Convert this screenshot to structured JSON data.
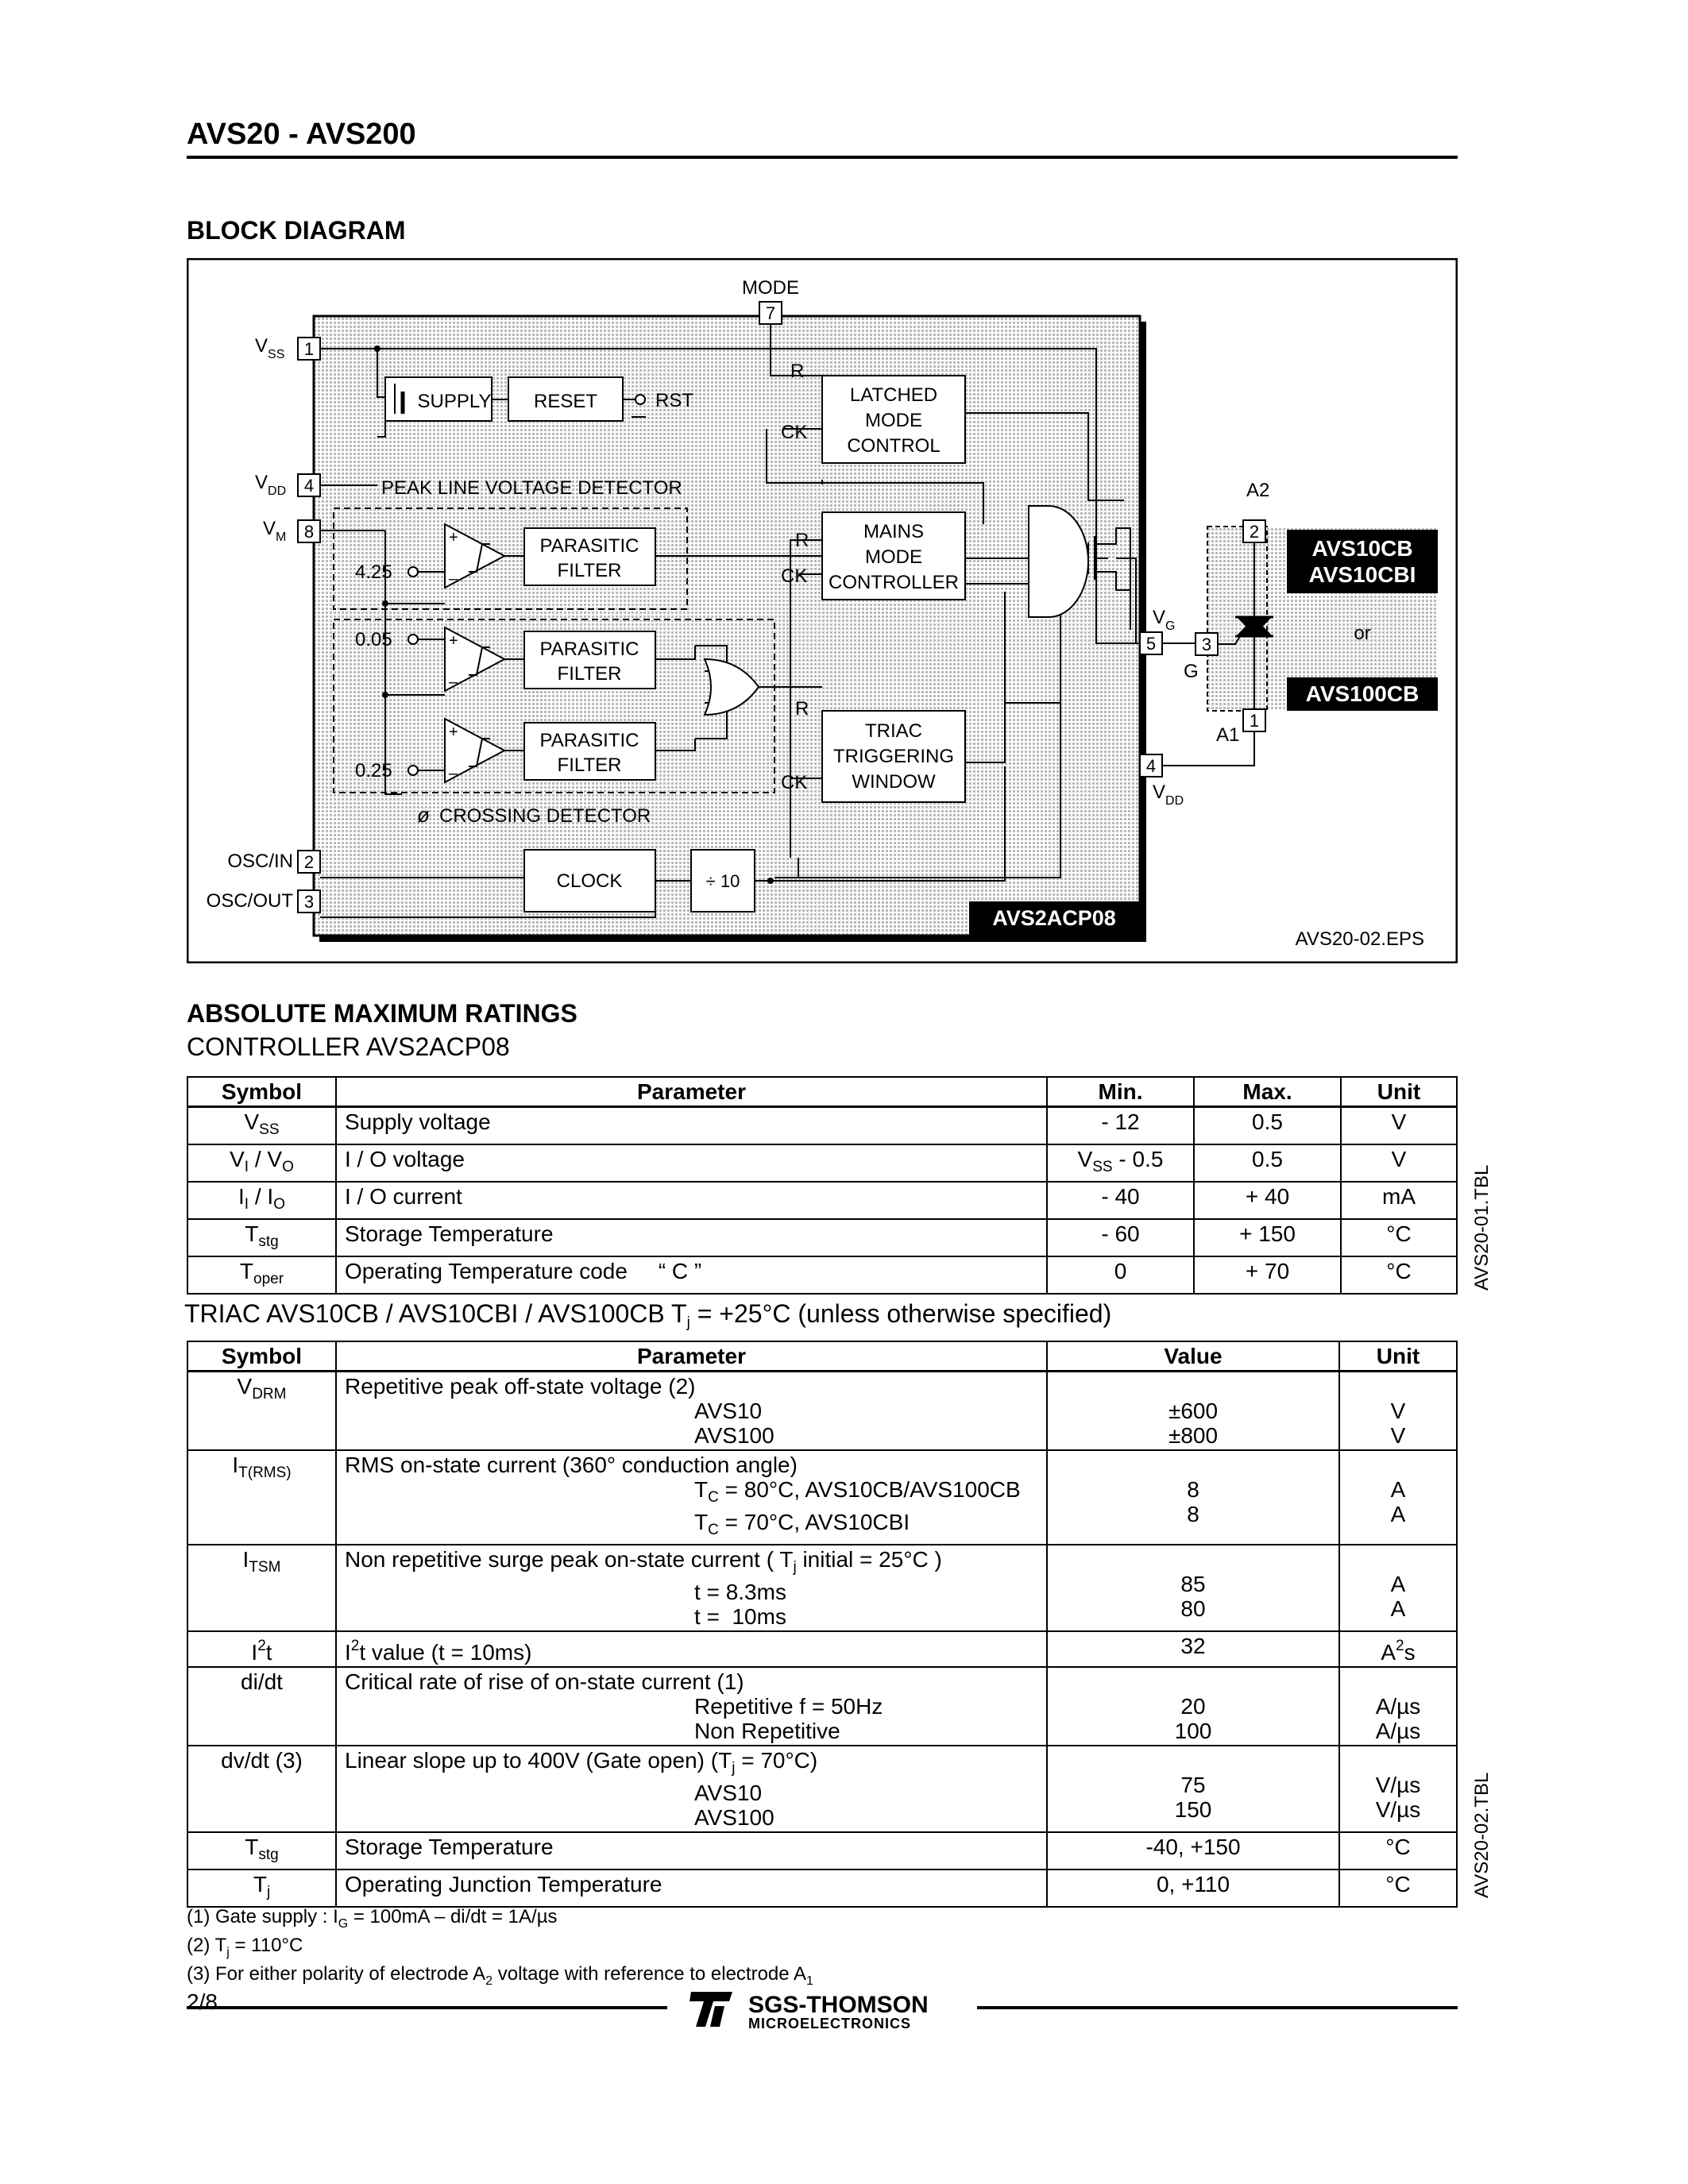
{
  "header": {
    "title": "AVS20 - AVS200"
  },
  "block_diagram": {
    "heading": "BLOCK DIAGRAM",
    "pins_left": [
      {
        "num": "1",
        "label": "V",
        "sub": "SS"
      },
      {
        "num": "4",
        "label": "V",
        "sub": "DD"
      },
      {
        "num": "8",
        "label": "V",
        "sub": "M"
      },
      {
        "num": "2",
        "label": "OSC/IN",
        "sub": ""
      },
      {
        "num": "3",
        "label": "OSC/OUT",
        "sub": ""
      }
    ],
    "mode_label": "MODE",
    "mode_pin": "7",
    "blocks": {
      "supply": "SUPPLY",
      "reset": "RESET",
      "rst": "RST",
      "latched": [
        "LATCHED",
        "MODE",
        "CONTROL"
      ],
      "mains": [
        "MAINS",
        "MODE",
        "CONTROLLER"
      ],
      "triac_window": [
        "TRIAC",
        "TRIGGERING",
        "WINDOW"
      ],
      "filter": [
        "PARASITIC",
        "FILTER"
      ],
      "clock": "CLOCK",
      "divider": "÷ 10",
      "chip": "AVS2ACP08"
    },
    "peak_detector": "PEAK LINE VOLTAGE DETECTOR",
    "crossing_detector": "CROSSING DETECTOR",
    "thresholds": [
      "4.25",
      "0.05",
      "0.25"
    ],
    "port_labels": {
      "r": "R",
      "ck": "CK"
    },
    "right_pins": [
      {
        "num": "5",
        "label": "V",
        "sub": "G"
      },
      {
        "num": "4",
        "label": "V",
        "sub": "DD"
      }
    ],
    "triac_pins": [
      {
        "num": "2",
        "label": "A2"
      },
      {
        "num": "3",
        "label": "G"
      },
      {
        "num": "1",
        "label": "A1"
      }
    ],
    "triac_parts": [
      "AVS10CB",
      "AVS10CBI",
      "or",
      "AVS100CB"
    ],
    "eps_tag": "AVS20-02.EPS"
  },
  "ratings": {
    "heading": "ABSOLUTE MAXIMUM RATINGS",
    "controller_heading": "CONTROLLER AVS2ACP08",
    "controller_table": {
      "headers": [
        "Symbol",
        "Parameter",
        "Min.",
        "Max.",
        "Unit"
      ],
      "rows": [
        {
          "sym": "V",
          "sub": "SS",
          "sym2": "",
          "sub2": "",
          "param": "Supply voltage",
          "min": "- 12",
          "max": "0.5",
          "unit": "V"
        },
        {
          "sym": "V",
          "sub": "I",
          "sym2": " / V",
          "sub2": "O",
          "param": "I / O voltage",
          "min": "V",
          "min_sub": "SS",
          "min_tail": " - 0.5",
          "max": "0.5",
          "unit": "V"
        },
        {
          "sym": "I",
          "sub": "I",
          "sym2": " / I",
          "sub2": "O",
          "param": "I / O current",
          "min": "- 40",
          "max": "+ 40",
          "unit": "mA"
        },
        {
          "sym": "T",
          "sub": "stg",
          "sym2": "",
          "sub2": "",
          "param": "Storage Temperature",
          "min": "- 60",
          "max": "+ 150",
          "unit": "°C"
        },
        {
          "sym": "T",
          "sub": "oper",
          "sym2": "",
          "sub2": "",
          "param": "Operating Temperature code     “ C ”",
          "min": "0",
          "max": "+ 70",
          "unit": "°C"
        }
      ],
      "tag": "AVS20-01.TBL"
    },
    "triac_heading": "TRIAC AVS10CB / AVS10CBI / AVS100CB  T",
    "triac_heading_sub": "j",
    "triac_heading_tail": " = +25°C (unless otherwise specified)",
    "triac_table": {
      "headers": [
        "Symbol",
        "Parameter",
        "Value",
        "Unit"
      ],
      "rows": [
        {
          "sym": "V",
          "sub": "DRM",
          "lines": [
            "Repetitive peak off-state voltage  (2)",
            "AVS10",
            "AVS100"
          ],
          "values": [
            "",
            "±600",
            "±800"
          ],
          "units": [
            "",
            "V",
            "V"
          ]
        },
        {
          "sym": "I",
          "sub": "T(RMS)",
          "lines": [
            "RMS on-state current (360° conduction angle)",
            "T",
            "T"
          ],
          "line_subs": [
            "",
            "C",
            "C"
          ],
          "line_tails": [
            "",
            " = 80°C, AVS10CB/AVS100CB",
            " = 70°C, AVS10CBI"
          ],
          "values": [
            "",
            "8",
            "8"
          ],
          "units": [
            "",
            "A",
            "A"
          ]
        },
        {
          "sym": "I",
          "sub": "TSM",
          "lines": [
            "Non repetitive surge peak on-state current ( T",
            "t = 8.3ms",
            "t =  10ms"
          ],
          "line_subs": [
            "j",
            "",
            ""
          ],
          "line_tails": [
            " initial = 25°C )",
            "",
            ""
          ],
          "values": [
            "",
            "85",
            "80"
          ],
          "units": [
            "",
            "A",
            "A"
          ]
        },
        {
          "sym": "I",
          "sup": "2",
          "symtail": "t",
          "lines": [
            "I",
            "",
            ""
          ],
          "line_sups": [
            "2"
          ],
          "line_tails": [
            "t value (t = 10ms)"
          ],
          "values": [
            "32"
          ],
          "units": [
            "A"
          ],
          "unit_sup": "2",
          "unit_tail": "s"
        },
        {
          "sym": "di/dt",
          "lines": [
            "Critical rate of rise of on-state current (1)",
            "Repetitive f = 50Hz",
            "Non Repetitive"
          ],
          "values": [
            "",
            "20",
            "100"
          ],
          "units": [
            "",
            "A/µs",
            "A/µs"
          ]
        },
        {
          "sym": "dv/dt (3)",
          "lines": [
            "Linear slope up to 400V (Gate open) (T",
            "AVS10",
            "AVS100"
          ],
          "line_subs": [
            "j",
            "",
            ""
          ],
          "line_tails": [
            " = 70°C)",
            "",
            ""
          ],
          "values": [
            "",
            "75",
            "150"
          ],
          "units": [
            "",
            "V/µs",
            "V/µs"
          ]
        },
        {
          "sym": "T",
          "sub": "stg",
          "lines": [
            "Storage Temperature"
          ],
          "values": [
            "-40, +150"
          ],
          "units": [
            "°C"
          ]
        },
        {
          "sym": "T",
          "sub": "j",
          "lines": [
            "Operating Junction Temperature"
          ],
          "values": [
            "0, +110"
          ],
          "units": [
            "°C"
          ]
        }
      ],
      "tag": "AVS20-02.TBL"
    },
    "notes": [
      {
        "pre": "(1) Gate supply : I",
        "sub": "G",
        "post": " = 100mA   –   di/dt = 1A/µs"
      },
      {
        "pre": "(2) T",
        "sub": "j",
        "post": " =  110°C"
      },
      {
        "pre": "(3) For either polarity of electrode A",
        "sub": "2",
        "post": " voltage with reference to electrode A",
        "sub2": "1"
      }
    ]
  },
  "footer": {
    "page": "2/8",
    "company": "SGS-THOMSON",
    "division": "MICROELECTRONICS"
  }
}
